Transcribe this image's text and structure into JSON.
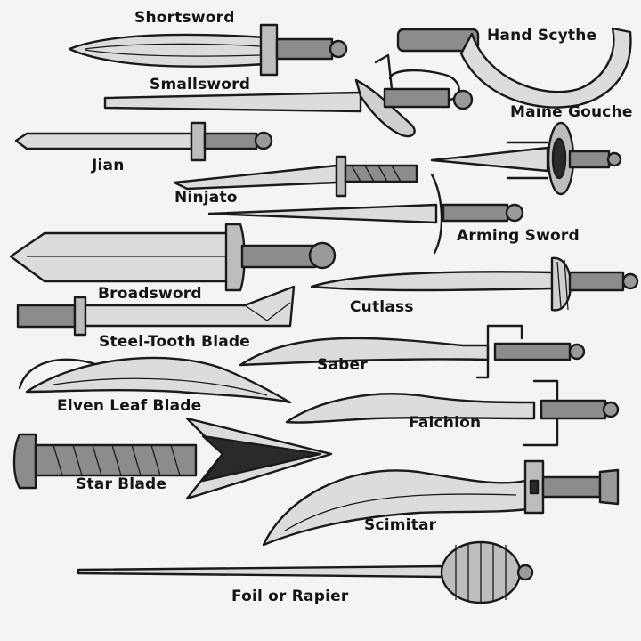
{
  "labels": {
    "shortsword": "Shortsword",
    "hand_scythe": "Hand Scythe",
    "smallsword": "Smallsword",
    "maine_gouche": "Maine Gouche",
    "jian": "Jian",
    "ninjato": "Ninjato",
    "arming_sword": "Arming Sword",
    "broadsword": "Broadsword",
    "cutlass": "Cutlass",
    "steel_tooth_blade": "Steel-Tooth Blade",
    "saber": "Saber",
    "elven_leaf_blade": "Elven Leaf Blade",
    "falchion": "Falchion",
    "star_blade": "Star Blade",
    "scimitar": "Scimitar",
    "foil_or_rapier": "Foil or Rapier"
  },
  "colors": {
    "background": "#f4f4f4",
    "ink": "#1a1a1a",
    "blade": "#dcdcdc",
    "grip": "#8c8c8c"
  }
}
